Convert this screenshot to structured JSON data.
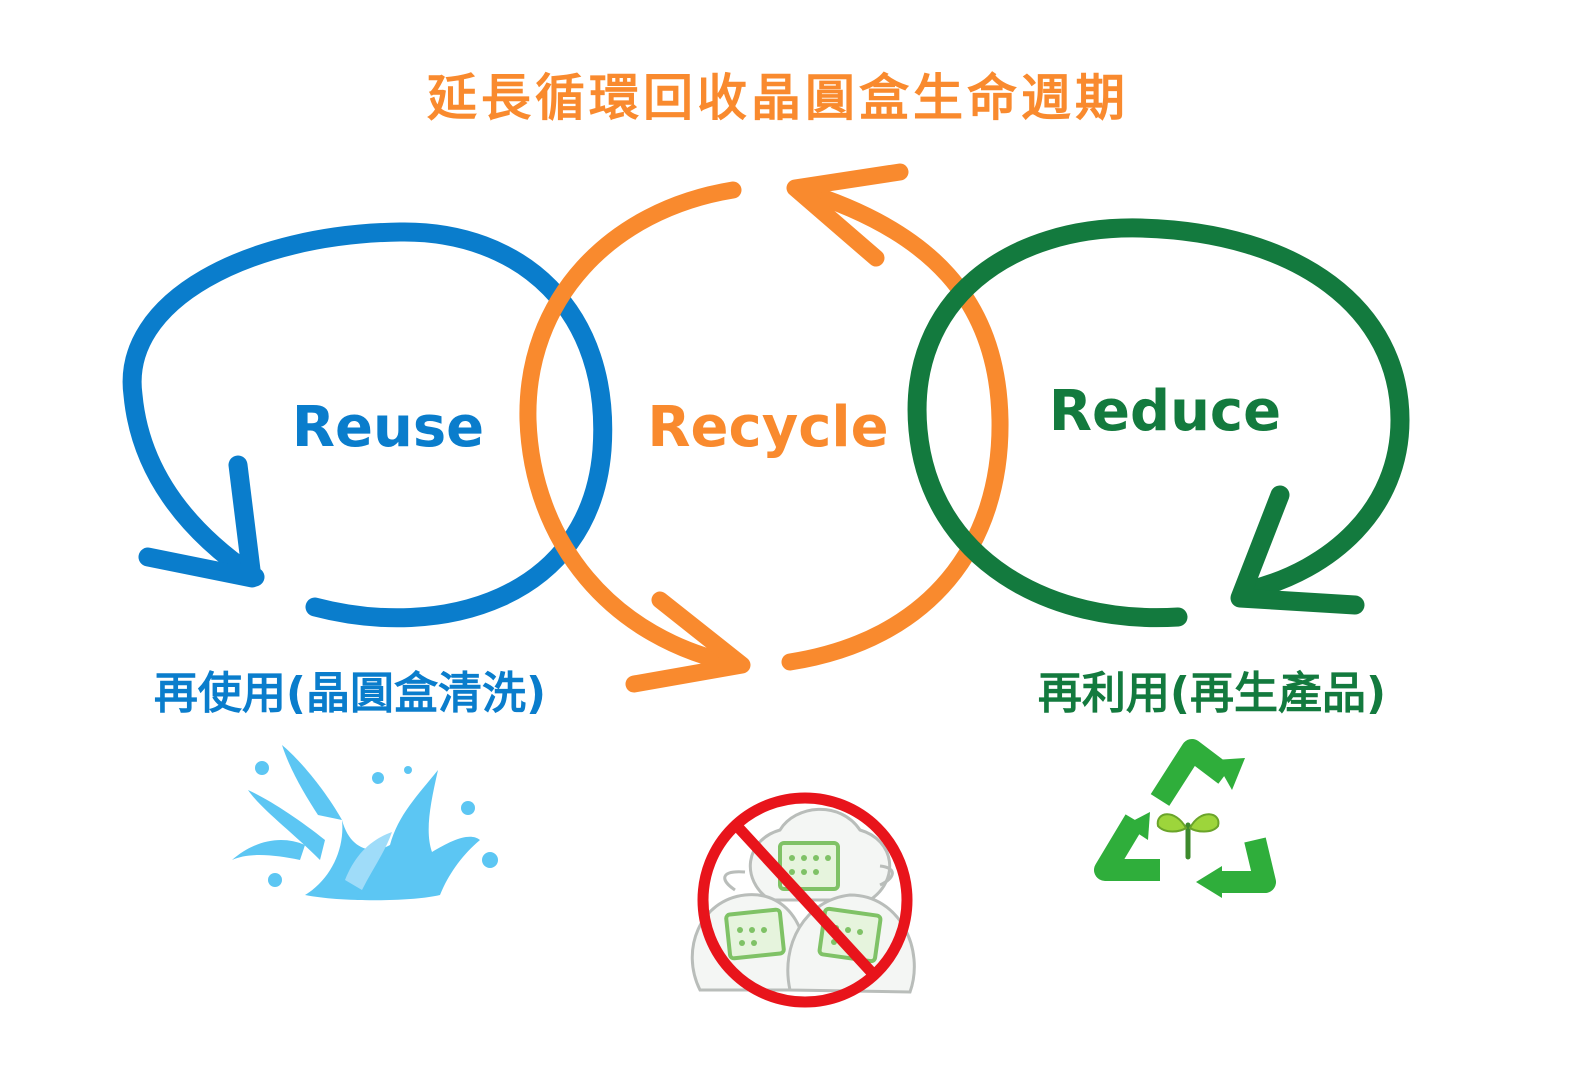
{
  "title": "延長循環回收晶圓盒生命週期",
  "loops": {
    "reuse": {
      "label": "Reuse",
      "caption": "再使用(晶圓盒清洗)",
      "color": "#0a7dcc"
    },
    "recycle": {
      "label": "Recycle",
      "color": "#f98a2e"
    },
    "reduce": {
      "label": "Reduce",
      "caption": "再利用(再生產品)",
      "color": "#137a3e"
    }
  },
  "colors": {
    "title": "#f98a2e",
    "water": "#5cc6f3",
    "water_light": "#9fdcf9",
    "recycle_icon": "#2fae3b",
    "prohibit": "#e8141b"
  },
  "icons": {
    "reuse": "water-splash-icon",
    "recycle": "no-plastic-bag-icon",
    "reduce": "recycle-sprout-icon"
  }
}
